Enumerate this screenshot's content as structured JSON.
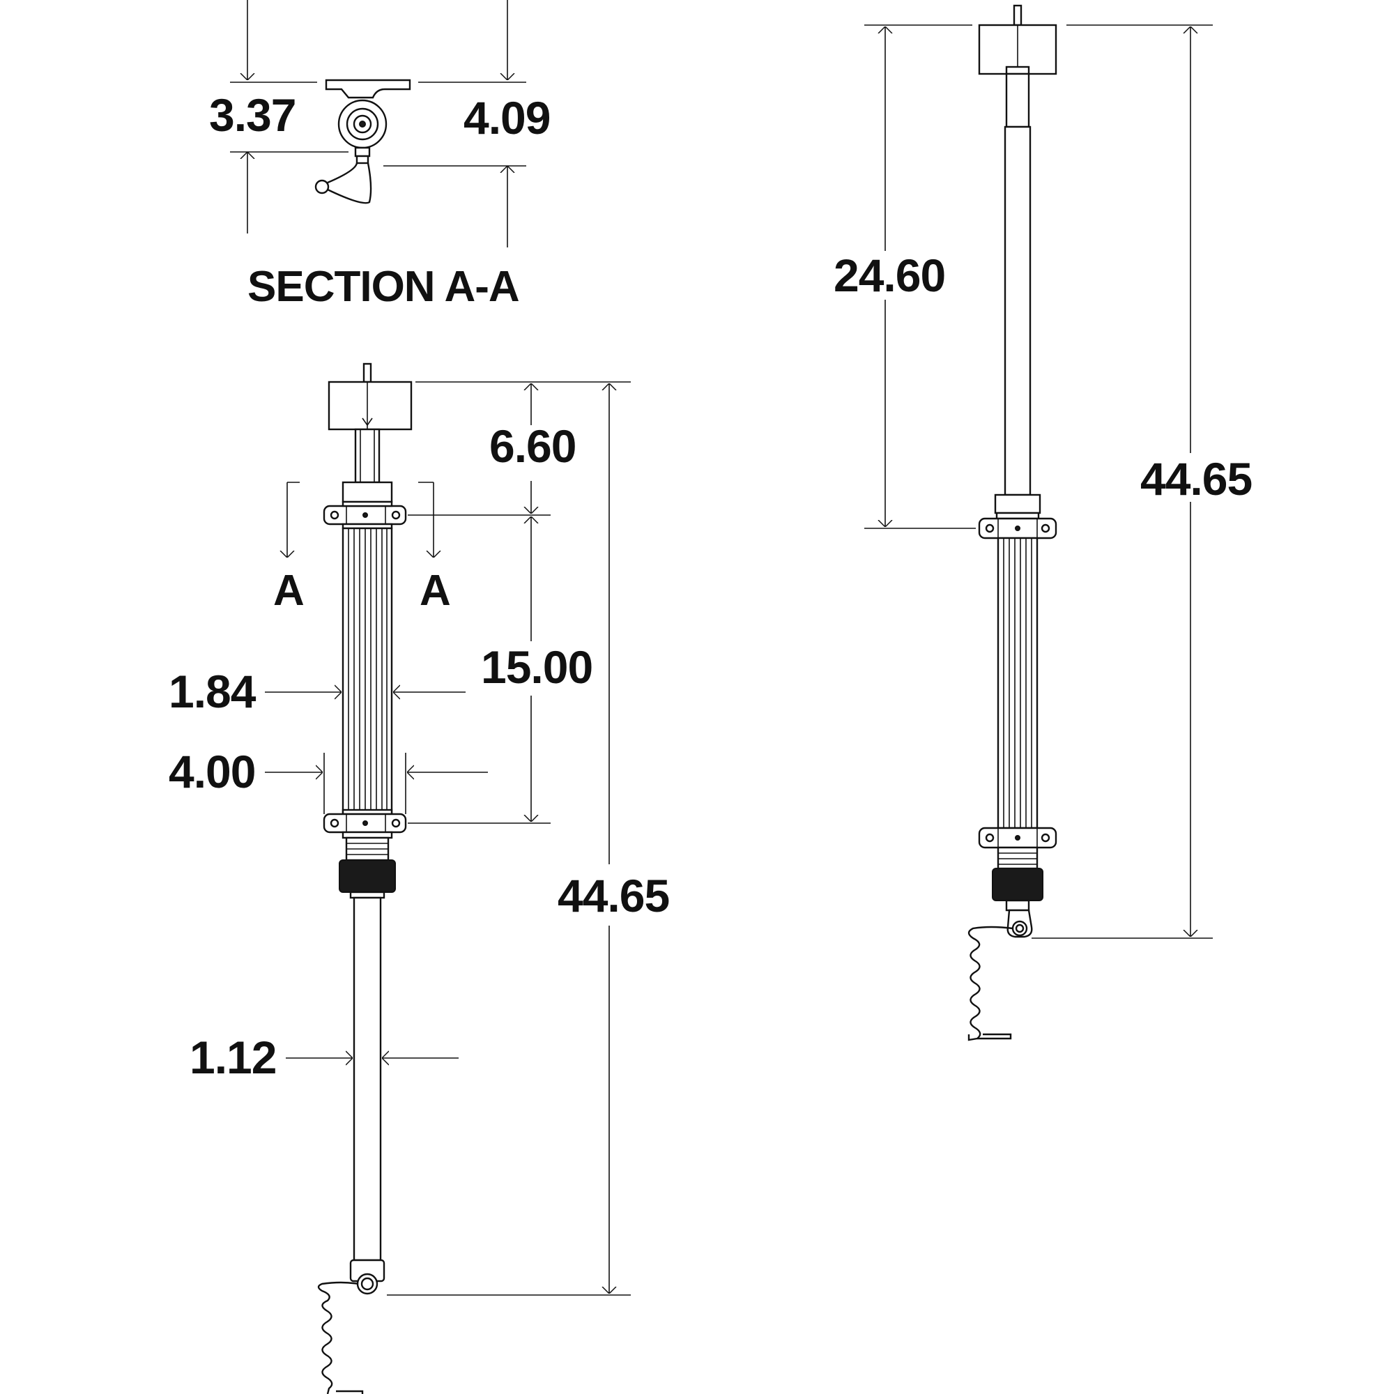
{
  "section_view": {
    "title": "SECTION A-A",
    "dim_left": "3.37",
    "dim_right": "4.09"
  },
  "front_view": {
    "section_marker_left": "A",
    "section_marker_right": "A",
    "dim_top_segment": "6.60",
    "dim_middle_segment": "15.00",
    "dim_inner_width": "1.84",
    "dim_bracket_width": "4.00",
    "dim_tube_width": "1.12",
    "dim_total_length": "44.65"
  },
  "side_view": {
    "dim_upper_segment": "24.60",
    "dim_total_length": "44.65"
  }
}
